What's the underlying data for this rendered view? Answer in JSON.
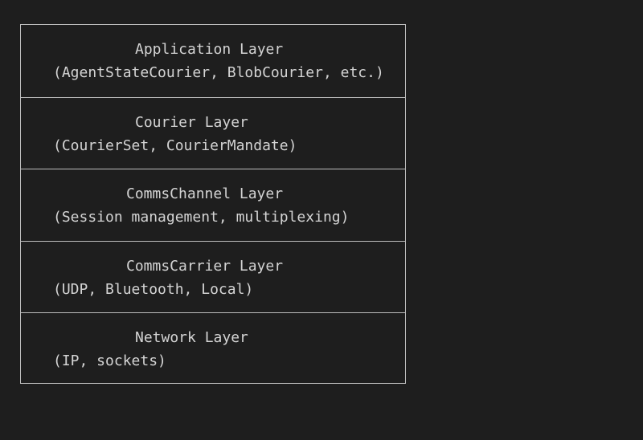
{
  "diagram": {
    "layers": [
      {
        "title": "Application Layer",
        "detail": "(AgentStateCourier, BlobCourier, etc.)"
      },
      {
        "title": "Courier Layer",
        "detail": "(CourierSet, CourierMandate)"
      },
      {
        "title": "CommsChannel Layer",
        "detail": "(Session management, multiplexing)"
      },
      {
        "title": "CommsCarrier Layer",
        "detail": "(UDP, Bluetooth, Local)"
      },
      {
        "title": "Network Layer",
        "detail": "(IP, sockets)"
      }
    ]
  }
}
